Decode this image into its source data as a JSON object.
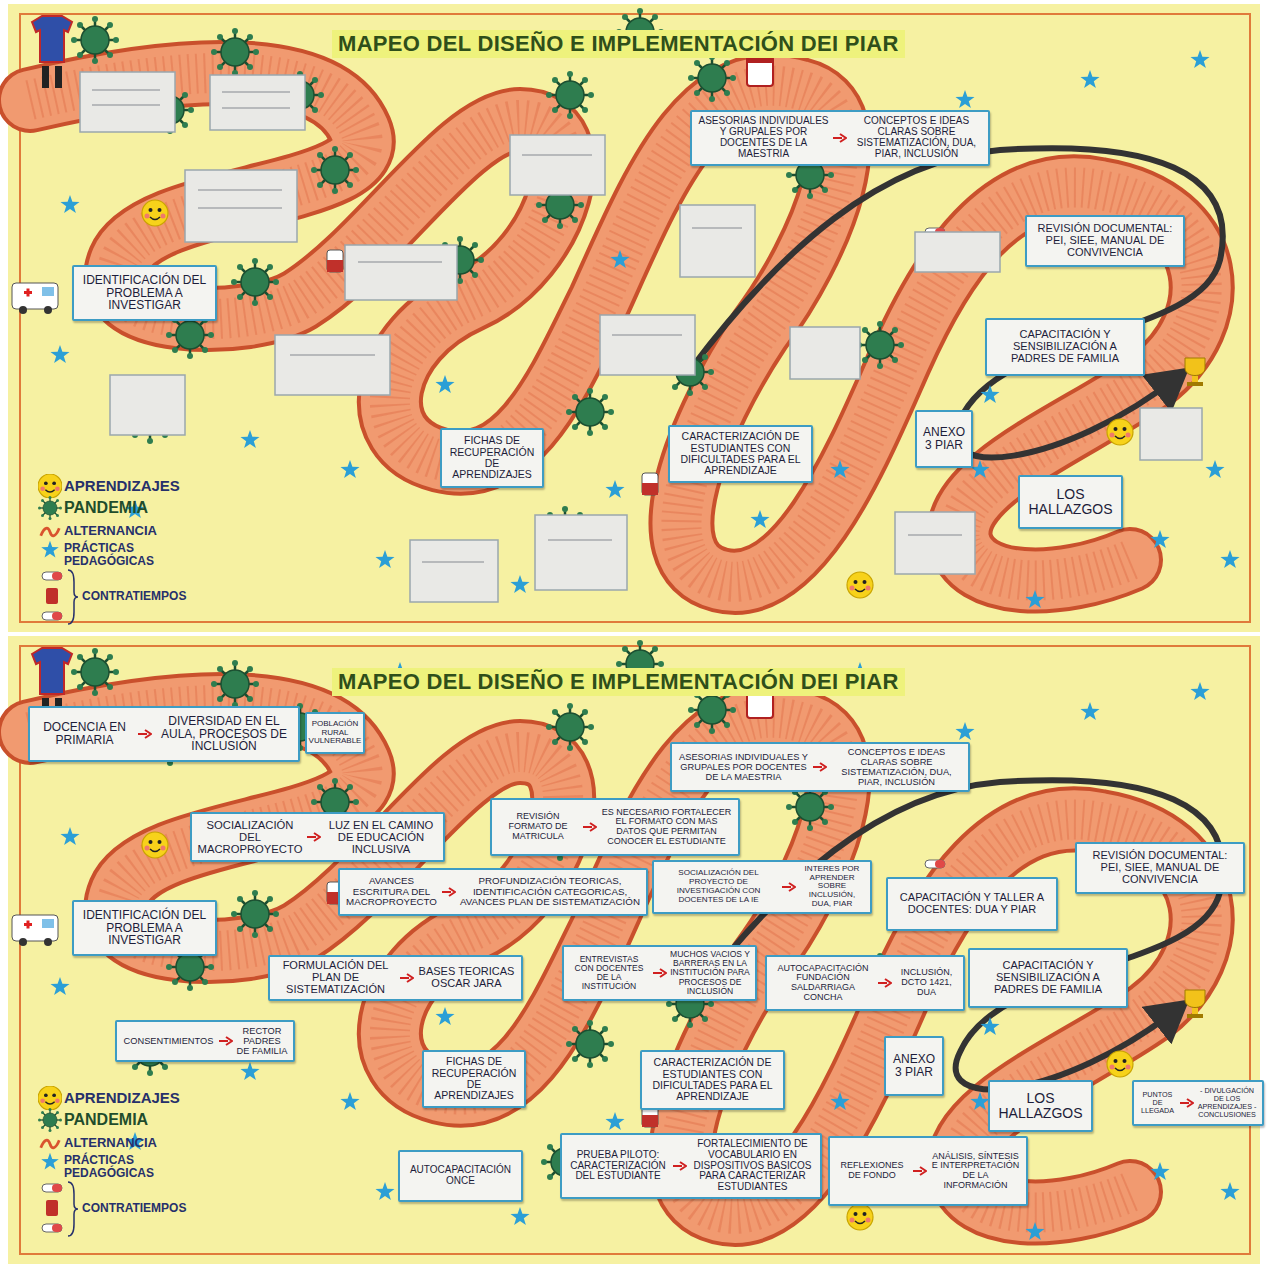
{
  "diagram": {
    "title": "MAPEO DEL DISEÑO E IMPLEMENTACIÓN DEI PIAR",
    "nodes": [
      {
        "text": [
          "ASESORIAS INDIVIDUALES Y GRUPALES POR DOCENTES DE LA MAESTRIA",
          "CONCEPTOS E IDEAS CLARAS SOBRE SISTEMATIZACIÓN, DUA, PIAR, INCLUSIÓN"
        ]
      },
      {
        "text": [
          "REVISIÓN DOCUMENTAL: PEI, SIEE, MANUAL DE CONVIVENCIA"
        ]
      },
      {
        "text": [
          "IDENTIFICACIÓN DEL PROBLEMA A INVESTIGAR"
        ]
      },
      {
        "text": [
          "CAPACITACIÓN Y SENSIBILIZACIÓN A PADRES DE FAMILIA"
        ]
      },
      {
        "text": [
          "FICHAS DE RECUPERACIÓN DE APRENDIZAJES"
        ]
      },
      {
        "text": [
          "CARACTERIZACIÓN DE ESTUDIANTES CON DIFICULTADES PARA EL APRENDIZAJE"
        ]
      },
      {
        "text": [
          "ANEXO 3 PIAR"
        ]
      },
      {
        "text": [
          "LOS HALLAZGOS"
        ]
      },
      {
        "text": [
          "DOCENCIA EN PRIMARIA",
          "DIVERSIDAD EN EL AULA, PROCESOS DE INCLUSIÓN"
        ]
      },
      {
        "text": [
          "POBLACIÓN RURAL VULNERABLE"
        ]
      },
      {
        "text": [
          "ASESORIAS INDIVIDUALES Y GRUPALES POR DOCENTES DE LA MAESTRIA",
          "CONCEPTOS E IDEAS CLARAS SOBRE SISTEMATIZACIÓN, DUA, PIAR, INCLUSIÓN"
        ]
      },
      {
        "text": [
          "REVISIÓN FORMATO DE MATRICULA",
          "ES NECESARIO FORTALECER EL FORMATO CON MAS DATOS QUE PERMITAN CONOCER EL ESTUDIANTE"
        ]
      },
      {
        "text": [
          "SOCIALIZACIÓN DEL MACROPROYECTO",
          "LUZ EN EL CAMINO DE EDUCACIÓN INCLUSIVA"
        ]
      },
      {
        "text": [
          "REVISIÓN DOCUMENTAL: PEI, SIEE, MANUAL DE CONVIVENCIA"
        ]
      },
      {
        "text": [
          "SOCIALIZACIÓN DEL PROYECTO DE INVESTIGACIÓN CON DOCENTES DE LA IE",
          "INTERES POR APRENDER SOBRE INCLUSIÓN, DUA, PIAR"
        ]
      },
      {
        "text": [
          "AVANCES ESCRITURA DEL MACROPROYECTO",
          "PROFUNDIZACIÓN TEORICAS, IDENTIFICACIÓN CATEGORICAS, AVANCES PLAN DE SISTEMATIZACIÓN"
        ]
      },
      {
        "text": [
          "CAPACITACIÓN Y TALLER A DOCENTES: DUA Y PIAR"
        ]
      },
      {
        "text": [
          "IDENTIFICACIÓN DEL PROBLEMA A INVESTIGAR"
        ]
      },
      {
        "text": [
          "ENTREVISTAS CON DOCENTES DE LA INSTITUCIÓN",
          "MUCHOS VACIOS Y BARRERAS EN LA INSTITUCIÓN PARA PROCESOS DE INCLUSIÓN"
        ]
      },
      {
        "text": [
          "FORMULACIÓN DEL PLAN DE SISTEMATIZACIÓN",
          "BASES TEORICAS OSCAR JARA"
        ]
      },
      {
        "text": [
          "AUTOCAPACITACIÓN FUNDACIÓN SALDARRIAGA CONCHA",
          "INCLUSIÓN, DCTO 1421, DUA"
        ]
      },
      {
        "text": [
          "CAPACITACIÓN Y SENSIBILIZACIÓN A PADRES DE FAMILIA"
        ]
      },
      {
        "text": [
          "CONSENTIMIENTOS",
          "RECTOR PADRES DE FAMILIA"
        ]
      },
      {
        "text": [
          "ANEXO 3 PIAR"
        ]
      },
      {
        "text": [
          "FICHAS DE RECUPERACIÓN DE APRENDIZAJES"
        ]
      },
      {
        "text": [
          "CARACTERIZACIÓN DE ESTUDIANTES CON DIFICULTADES PARA EL APRENDIZAJE"
        ]
      },
      {
        "text": [
          "PUNTOS DE LLEGADA",
          "- DIVULGACIÓN DE LOS APRENDIZAJES - CONCLUSIONES"
        ]
      },
      {
        "text": [
          "LOS HALLAZGOS"
        ]
      },
      {
        "text": [
          "REFLEXIONES DE FONDO",
          "ANÁLISIS, SÍNTESIS E INTERPRETACIÓN DE LA INFORMACIÓN"
        ]
      },
      {
        "text": [
          "PRUEBA PILOTO: CARACTERIZACIÓN DEL ESTUDIANTE",
          "FORTALECIMIENTO DE VOCABULARIO EN DISPOSITIVOS BASICOS PARA CARACTERIZAR ESTUDIANTES"
        ]
      },
      {
        "text": [
          "AUTOCAPACITACIÓN ONCE"
        ]
      }
    ],
    "labels": [
      "MAPEO DEL DISEÑO E IMPLEMENTACIÓN DEI PIAR"
    ],
    "legend": [
      {
        "text": "APRENDIZAJES"
      },
      {
        "text": "PANDEMIA"
      },
      {
        "text": "ALTERNANCIA"
      },
      {
        "text": "PRÁCTICAS PEDAGÓGICAS"
      },
      {
        "text": "CONTRATIEMPOS"
      },
      {
        "text": "APRENDIZAJES"
      },
      {
        "text": "PANDEMIA"
      },
      {
        "text": "ALTERNANCIA"
      },
      {
        "text": "PRÁCTICAS PEDAGÓGICAS"
      },
      {
        "text": "CONTRATIEMPOS"
      }
    ]
  }
}
